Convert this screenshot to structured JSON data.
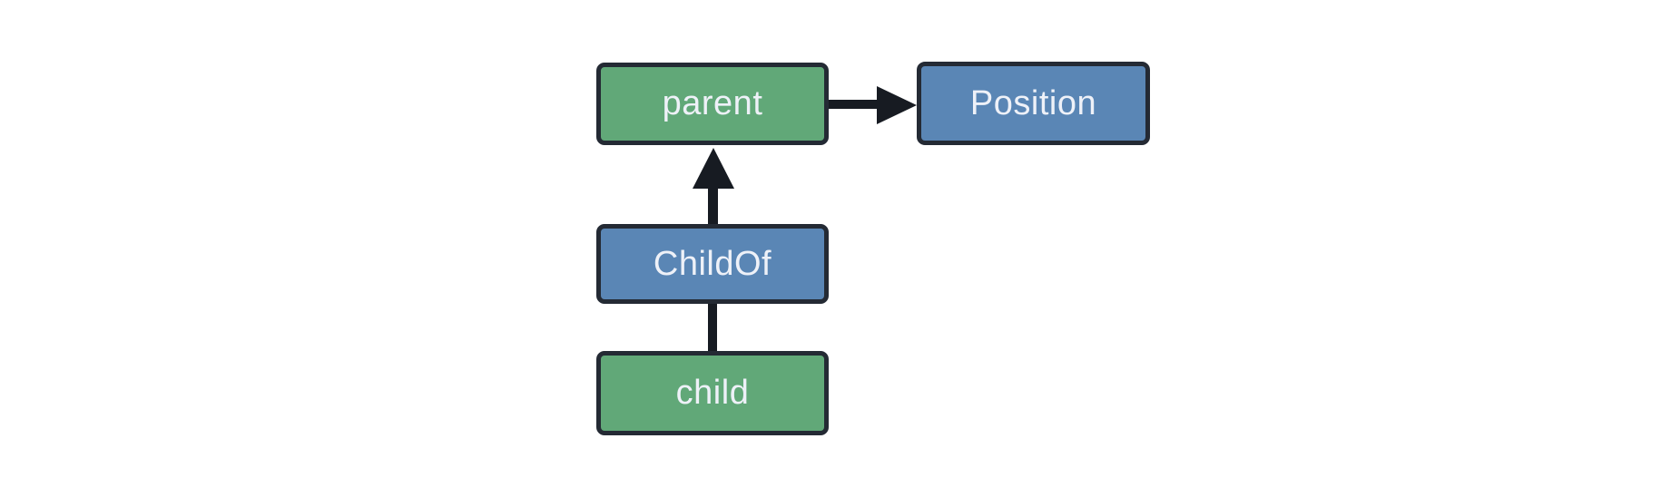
{
  "diagram": {
    "type": "entity-relationship-graph",
    "background": "#ffffff",
    "colors": {
      "entity_fill": "#61a878",
      "component_fill": "#5a86b5",
      "border": "#242a34",
      "connector": "#171b22",
      "text": "#eef1f8"
    },
    "nodes": [
      {
        "id": "parent",
        "label": "parent",
        "kind": "entity"
      },
      {
        "id": "Position",
        "label": "Position",
        "kind": "component"
      },
      {
        "id": "ChildOf",
        "label": "ChildOf",
        "kind": "relationship"
      },
      {
        "id": "child",
        "label": "child",
        "kind": "entity"
      }
    ],
    "edges": [
      {
        "from": "parent",
        "to": "Position",
        "style": "arrow-right"
      },
      {
        "from": "ChildOf",
        "to": "parent",
        "style": "arrow-up"
      },
      {
        "from": "child",
        "to": "ChildOf",
        "style": "plain-line"
      }
    ]
  }
}
